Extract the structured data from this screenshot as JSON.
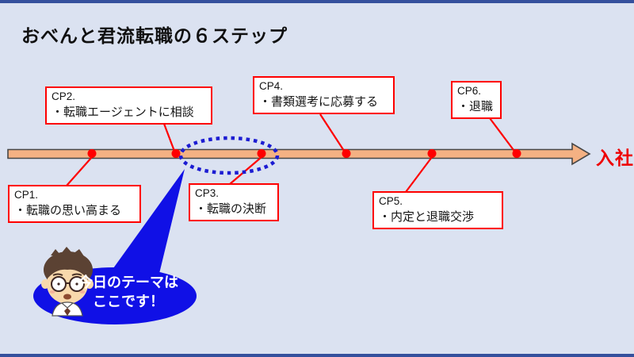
{
  "slide": {
    "title": "おべんと君流転職の６ステップ",
    "goal_label": "入社"
  },
  "checkpoints": [
    {
      "id": "CP1.",
      "text": "・転職の思い高まる",
      "position": "below-line"
    },
    {
      "id": "CP2.",
      "text": "・転職エージェントに相談",
      "position": "above-line"
    },
    {
      "id": "CP3.",
      "text": "・転職の決断",
      "position": "below-line"
    },
    {
      "id": "CP4.",
      "text": "・書類選考に応募する",
      "position": "above-line"
    },
    {
      "id": "CP5.",
      "text": "・内定と退職交渉",
      "position": "below-line"
    },
    {
      "id": "CP6.",
      "text": "・退職",
      "position": "above-line"
    }
  ],
  "callout": {
    "line1": "今日のテーマは",
    "line2": "ここです！"
  },
  "colors": {
    "background": "#dbe2f1",
    "frame_bar": "#35509d",
    "box_border": "#ff0000",
    "timeline_fill": "#f4b183",
    "timeline_stroke": "#474747",
    "dot": "#ff0000",
    "focus_ellipse": "#1c1cd2",
    "callout_fill": "#1010e6",
    "callout_text": "#ffffff",
    "goal_text": "#ee0000"
  }
}
